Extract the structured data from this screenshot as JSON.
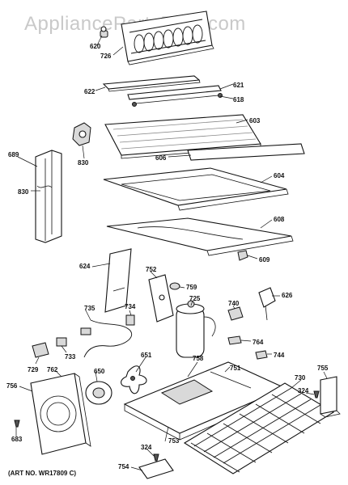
{
  "watermark": "AppliancePartsPros.com",
  "art_number": "(ART NO. WR17809 C)",
  "callouts": {
    "p620": "620",
    "p726": "726",
    "p622": "622",
    "p621": "621",
    "p618": "618",
    "p603": "603",
    "p830a": "830",
    "p606": "606",
    "p689": "689",
    "p830b": "830",
    "p604": "604",
    "p608": "608",
    "p609": "609",
    "p624": "624",
    "p752": "752",
    "p759": "759",
    "p725": "725",
    "p740": "740",
    "p626": "626",
    "p735": "735",
    "p734": "734",
    "p764": "764",
    "p744": "744",
    "p733": "733",
    "p729": "729",
    "p762": "762",
    "p651": "651",
    "p758": "758",
    "p751": "751",
    "p730": "730",
    "p755": "755",
    "p650": "650",
    "p756": "756",
    "p324a": "324",
    "p683": "683",
    "p753": "753",
    "p324b": "324",
    "p754": "754"
  }
}
